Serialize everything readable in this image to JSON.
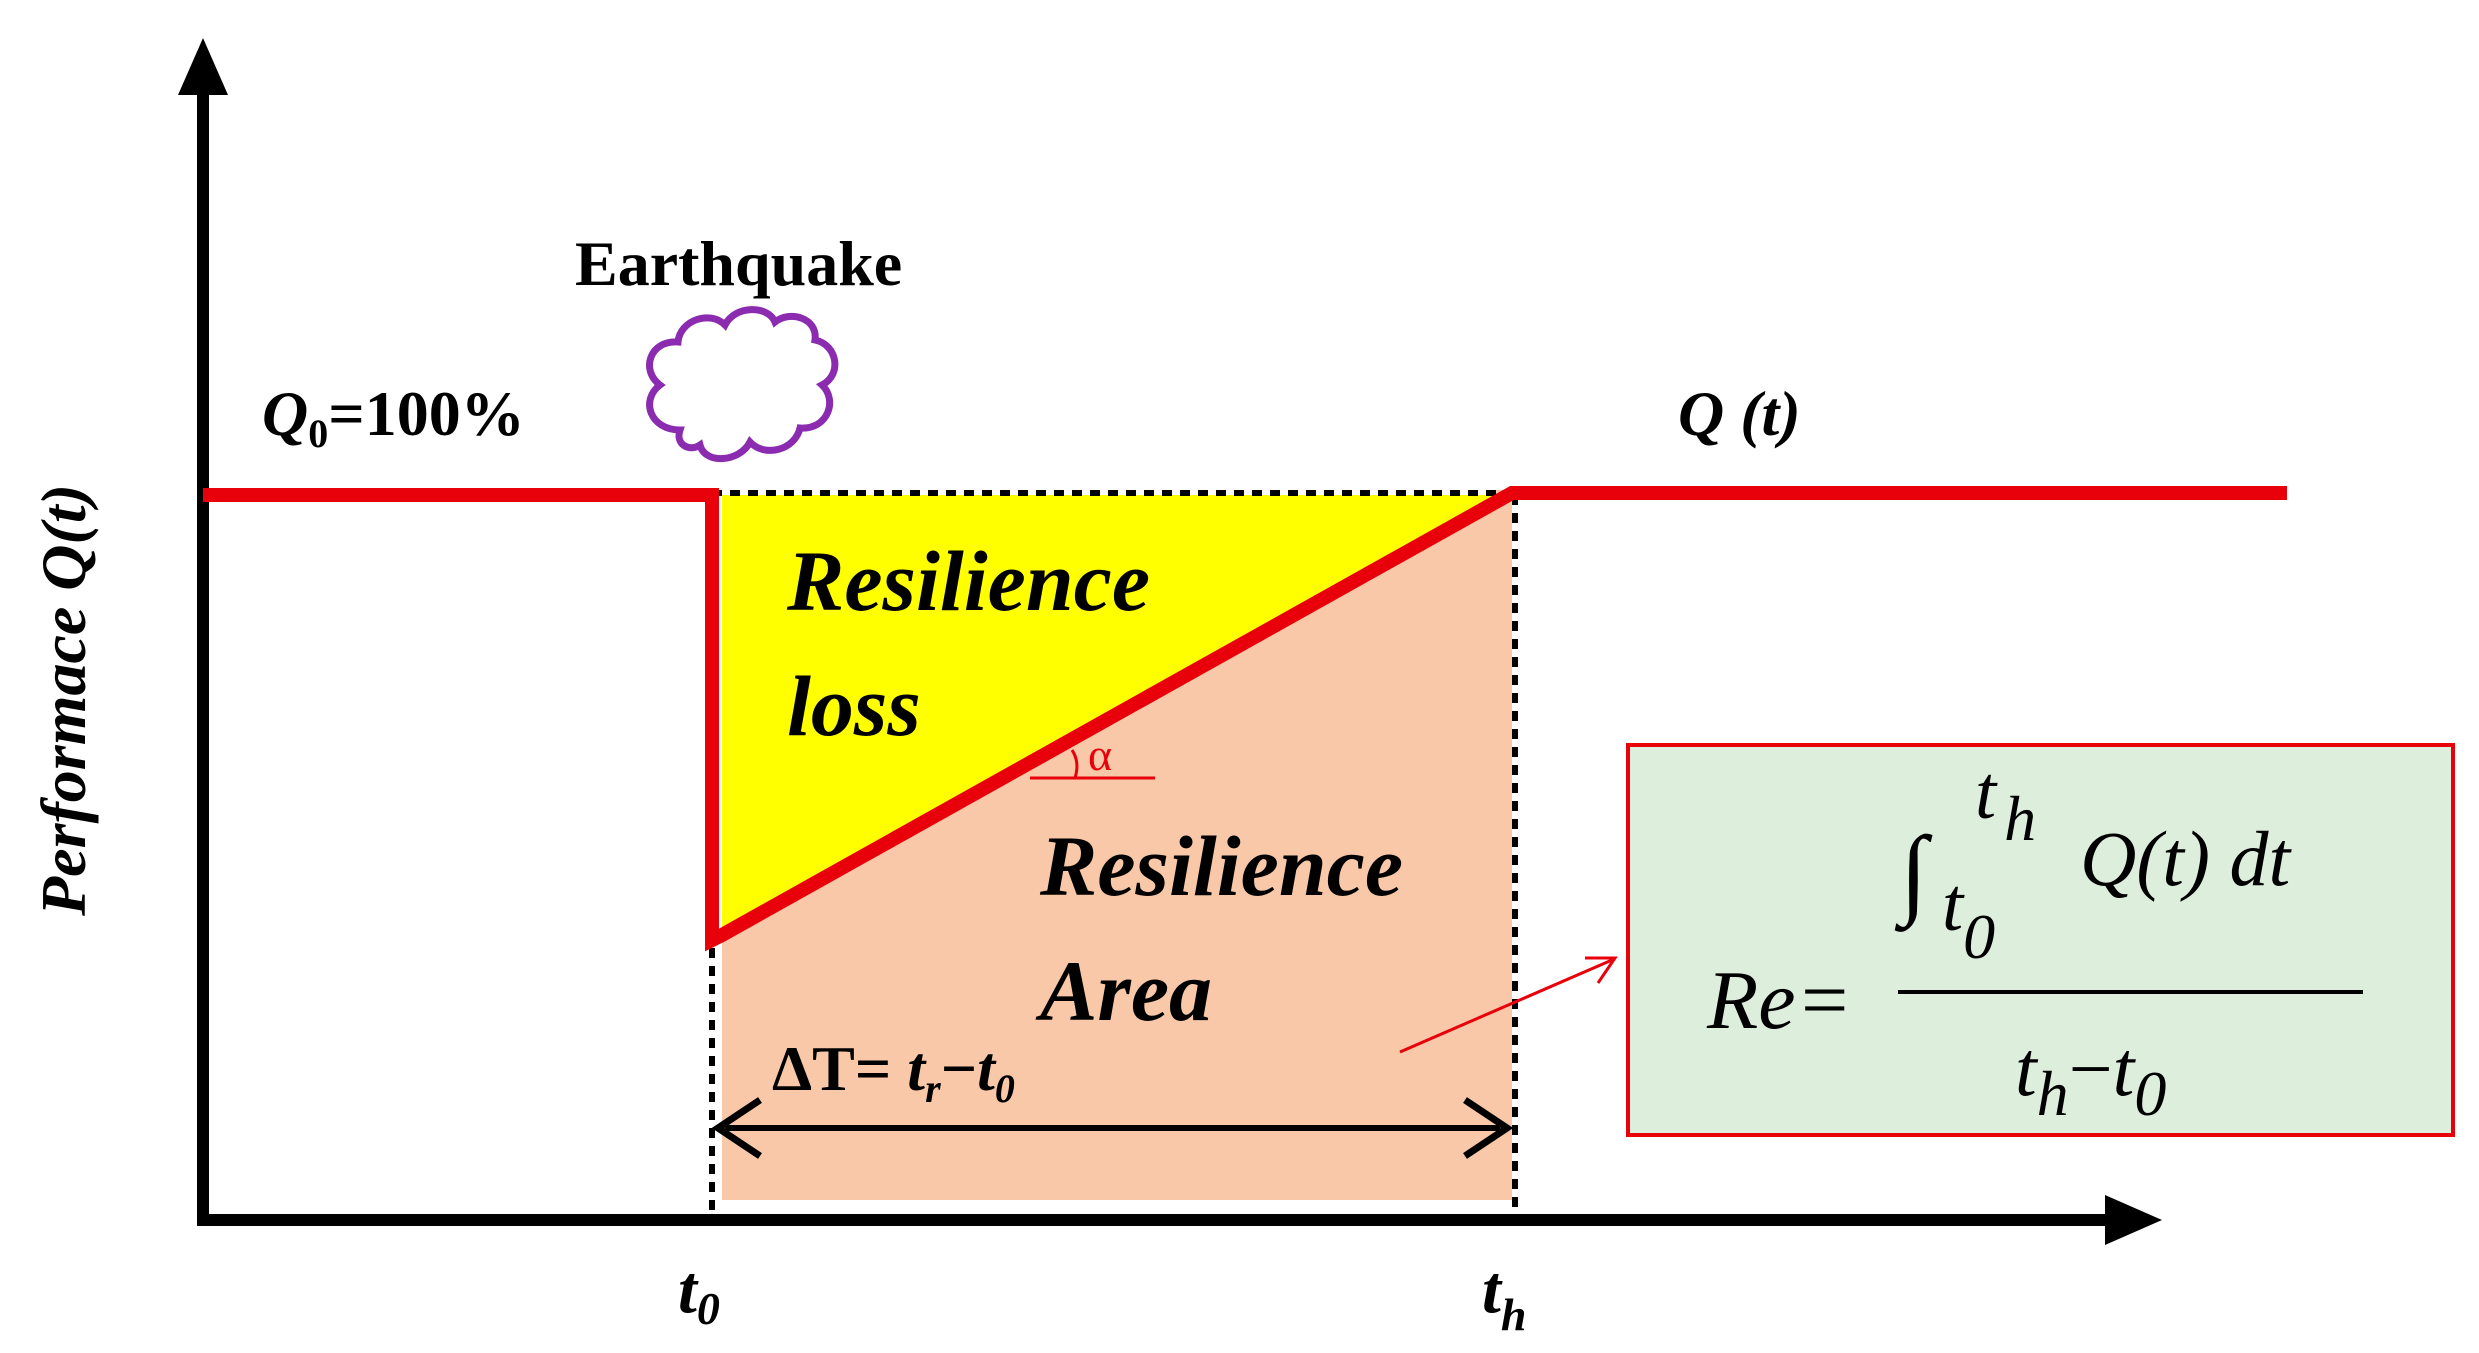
{
  "earthquake_label": "Earthquake",
  "q0_label": {
    "symbol": "Q",
    "subscript": "0",
    "value": "=100%"
  },
  "qt_label": "Q (t)",
  "y_axis_label": "Performace Q(t)",
  "x_ticks": {
    "t0": {
      "base": "t",
      "sub": "0"
    },
    "th": {
      "base": "t",
      "sub": "h"
    }
  },
  "resilience_loss": {
    "line1": "Resilience",
    "line2": "loss"
  },
  "resilience_area": {
    "line1": "Resilience",
    "line2": "Area"
  },
  "alpha": "α",
  "delta_t": {
    "prefix": "ΔT= ",
    "tr_base": "t",
    "tr_sub": "r",
    "minus": "−",
    "t0_base": "t",
    "t0_sub": "0"
  },
  "formula": {
    "lhs": "Re=",
    "integral": "∫",
    "upper_base": "t",
    "upper_sub": "h",
    "lower_base": "t",
    "lower_sub": "0",
    "integrand": "Q(t) dt",
    "den_a_base": "t",
    "den_a_sub": "h",
    "den_minus": "−",
    "den_b_base": "t",
    "den_b_sub": "0"
  },
  "colors": {
    "performance_line": "#e8000b",
    "loss_fill": "#ffff00",
    "area_fill": "#f8c8a8",
    "formula_bg": "#ddeedd",
    "formula_border": "#e8000b",
    "cloud": "#8a2bb0",
    "axis": "#000000"
  }
}
